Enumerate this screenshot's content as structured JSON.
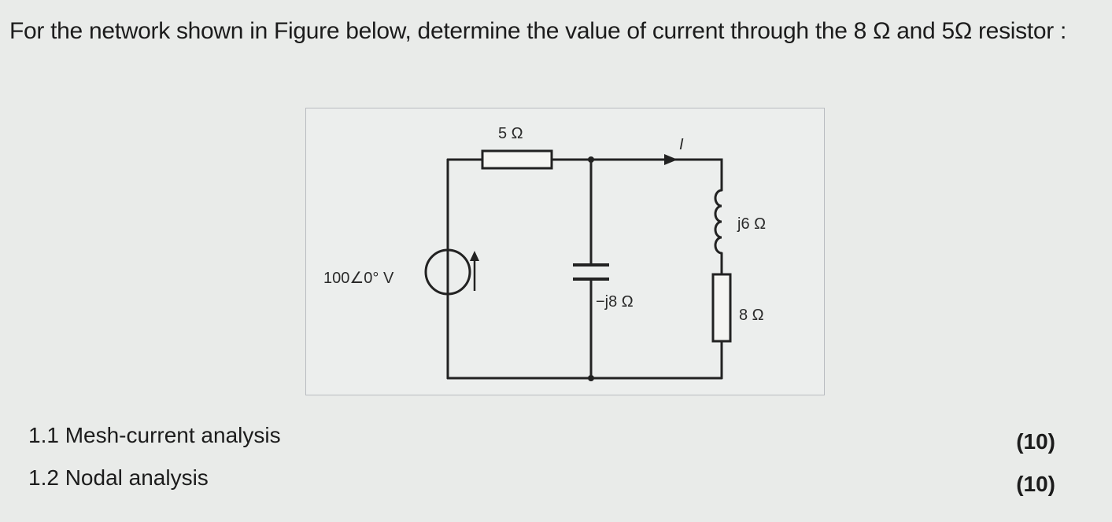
{
  "question": {
    "text": "For the network shown in Figure below, determine the value of current through the 8 Ω and 5Ω resistor :"
  },
  "figure": {
    "labels": {
      "r5": "5 Ω",
      "current": "I",
      "inductor": "j6 Ω",
      "capacitor": "−j8 Ω",
      "r8": "8 Ω",
      "source": "100∠0° V"
    }
  },
  "tasks": [
    {
      "label": "1.1 Mesh-current analysis",
      "marks": "(10)"
    },
    {
      "label": "1.2 Nodal analysis",
      "marks": "(10)"
    }
  ]
}
